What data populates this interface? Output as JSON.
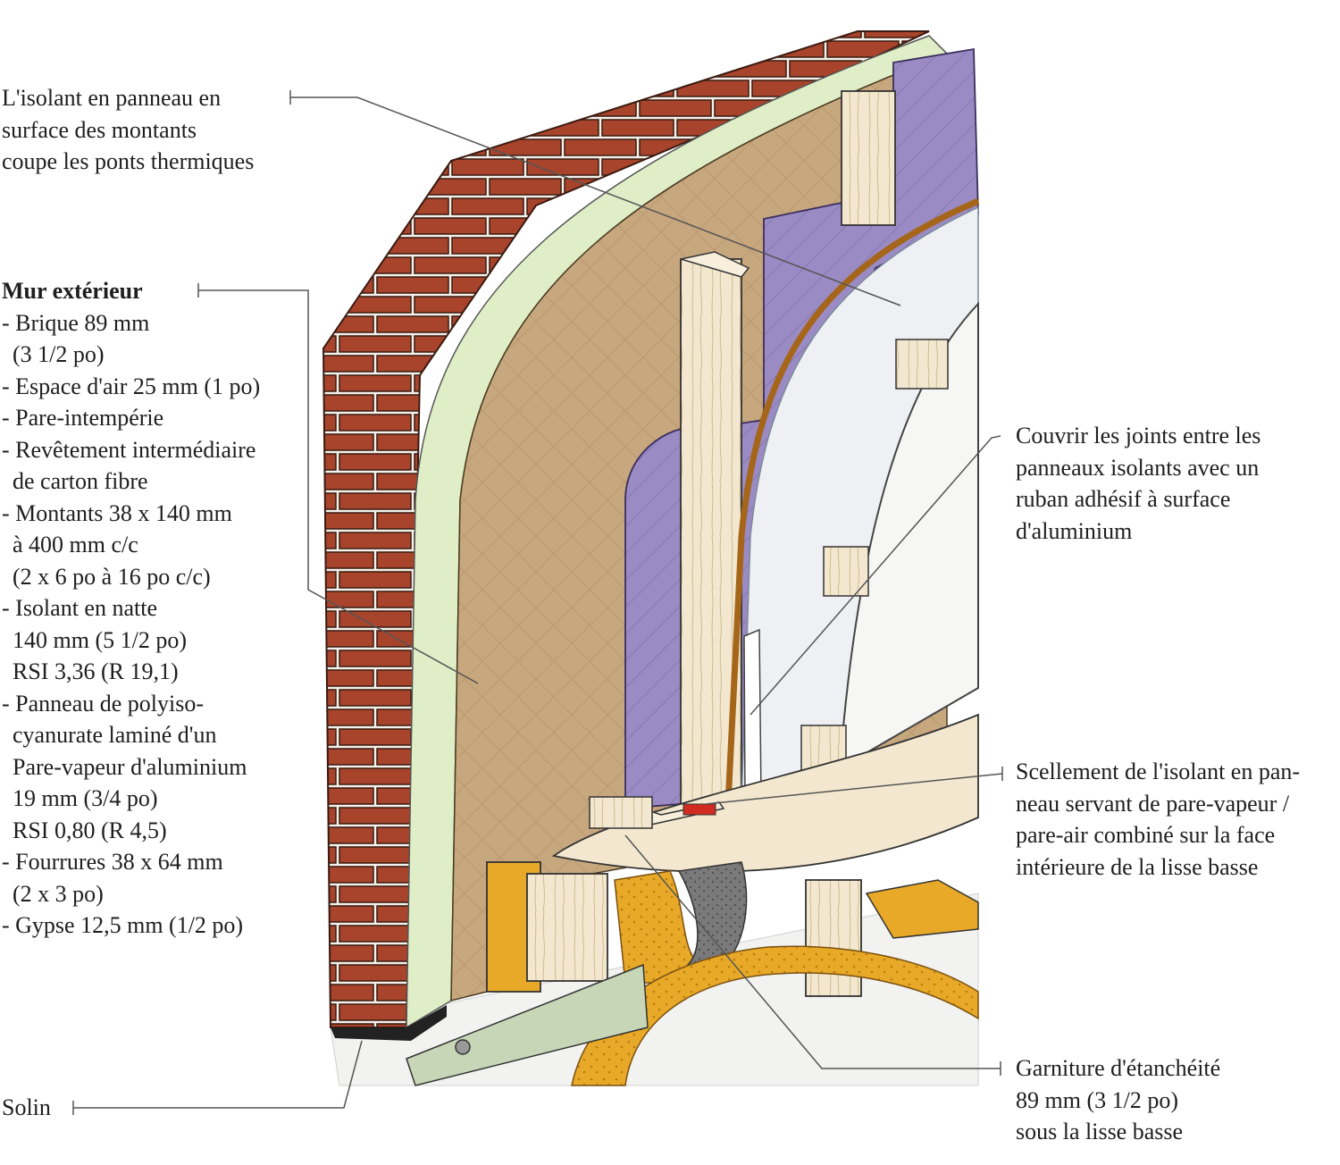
{
  "labels": {
    "top_insulation": [
      "L'isolant en panneau en",
      "surface des montants",
      "coupe les ponts thermiques"
    ],
    "exterior_wall": {
      "heading": "Mur extérieur",
      "items": [
        "- Brique 89 mm",
        "  (3 1/2 po)",
        "- Espace d'air 25 mm (1 po)",
        "- Pare-intempérie",
        "- Revêtement intermédiaire",
        "  de carton fibre",
        "- Montants 38 x 140 mm",
        "  à 400 mm c/c",
        "  (2 x 6 po à 16 po c/c)",
        "- Isolant en natte",
        "  140 mm (5 1/2 po)",
        "  RSI 3,36 (R 19,1)",
        "- Panneau de polyiso-",
        "  cyanurate laminé d'un",
        "  Pare-vapeur d'aluminium",
        "  19 mm (3/4 po)",
        "  RSI 0,80 (R 4,5)",
        "- Fourrures 38 x 64 mm",
        "  (2 x 3 po)",
        "- Gypse 12,5 mm (1/2 po)"
      ]
    },
    "cover_joints": [
      "Couvrir les joints entre les",
      "panneaux isolants avec un",
      "ruban adhésif à surface",
      "d'aluminium"
    ],
    "sealing": [
      "Scellement de l'isolant en pan-",
      "neau servant de pare-vapeur /",
      "pare-air combiné sur la face",
      "intérieure de la lisse basse"
    ],
    "gasket": [
      "Garniture d'étanchéité",
      "89 mm (3 1/2 po)",
      "sous la lisse basse"
    ],
    "flashing": "Solin"
  },
  "colors": {
    "brick": "#a8442b",
    "mortar": "#f4f1ea",
    "weather_barrier": "#dfeec6",
    "fiberboard": "#c7a77e",
    "batt_insulation": "#9b8bc4",
    "wood": "#f3e8cf",
    "vapour_barrier": "#eef0f3",
    "gypsum": "#f6f6f4",
    "foam": "#e8a928",
    "gasket": "#777777"
  }
}
